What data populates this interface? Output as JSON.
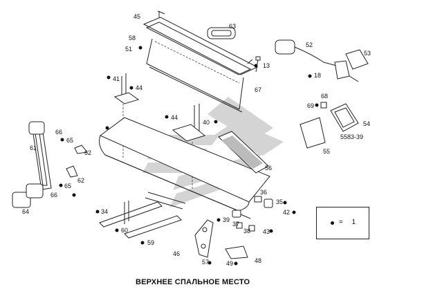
{
  "caption": "ВЕРХНЕЕ СПАЛЬНОЕ МЕСТО",
  "legend": {
    "symbol": "●",
    "equals": "=",
    "value": "1"
  },
  "ref_code": "5583-39",
  "part_labels": [
    "45",
    "63",
    "58",
    "51",
    "52",
    "53",
    "13",
    "18",
    "41",
    "44",
    "67",
    "68",
    "69",
    "54",
    "40",
    "44",
    "55",
    "66",
    "65",
    "61",
    "62",
    "56",
    "62",
    "65",
    "66",
    "64",
    "36",
    "35",
    "42",
    "34",
    "39",
    "37",
    "38",
    "43",
    "60",
    "59",
    "46",
    "57",
    "49",
    "48"
  ],
  "colors": {
    "line": "#222222",
    "watermark": "#d0d0d0",
    "background": "#ffffff"
  }
}
